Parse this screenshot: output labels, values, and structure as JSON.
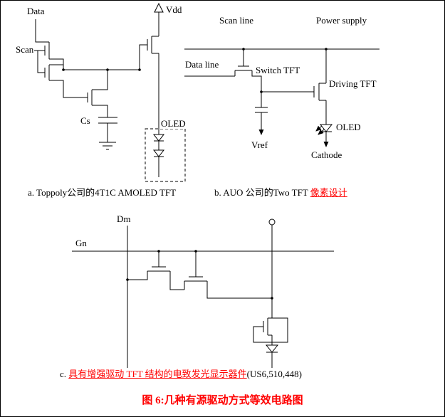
{
  "figure": {
    "caption": "图 6:几种有源驱动方式等效电路图"
  },
  "colors": {
    "line": "#000000",
    "accent_red": "#ff0000",
    "background": "#ffffff"
  },
  "circuit_a": {
    "labels": {
      "data": "Data",
      "scan": "Scan",
      "vdd": "Vdd",
      "cs": "Cs",
      "oled": "OLED"
    },
    "caption": "a. Toppoly公司的4T1C AMOLED TFT"
  },
  "circuit_b": {
    "labels": {
      "scan_line": "Scan line",
      "power_supply": "Power supply",
      "data_line": "Data line",
      "switch_tft": "Switch TFT",
      "driving_tft": "Driving TFT",
      "vref": "Vref",
      "oled": "OLED",
      "cathode": "Cathode"
    },
    "caption_prefix": "b. AUO 公司的Two TFT ",
    "caption_highlight": "像素设计"
  },
  "circuit_c": {
    "labels": {
      "dm": "Dm",
      "gn": "Gn"
    },
    "caption_prefix": "c. ",
    "caption_highlight": "具有增强驱动 TFT 结构的电致发光显示器件",
    "caption_suffix": "(US6,510,448)"
  }
}
